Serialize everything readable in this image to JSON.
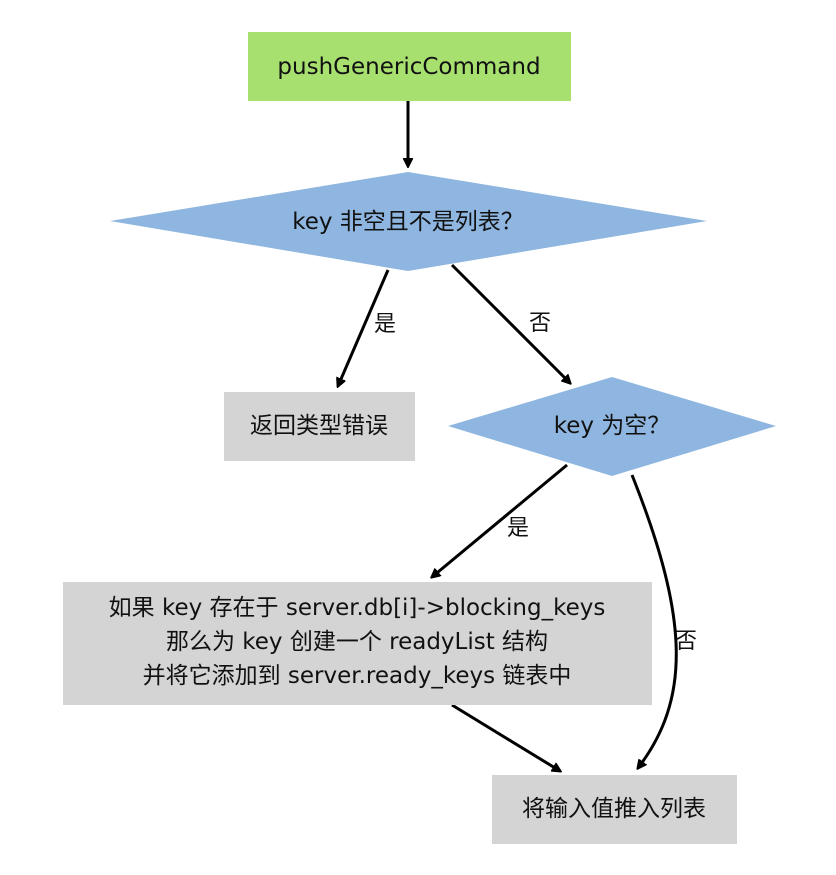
{
  "colors": {
    "start_fill": "#a8e070",
    "decision_fill": "#8fb6e0",
    "process_fill": "#d4d4d4",
    "edge": "#000000"
  },
  "nodes": {
    "start": {
      "label": "pushGenericCommand"
    },
    "decision_key_not_list": {
      "label": "key 非空且不是列表？"
    },
    "return_type_error": {
      "label": "返回类型错误"
    },
    "decision_key_empty": {
      "label": "key 为空？"
    },
    "create_ready_list": {
      "lines": [
        "如果 key 存在于 server.db[i]->blocking_keys",
        "那么为 key 创建一个 readyList 结构",
        "并将它添加到 server.ready_keys 链表中"
      ]
    },
    "push_values": {
      "label": "将输入值推入列表"
    }
  },
  "edges": {
    "not_list_yes": {
      "label": "是"
    },
    "not_list_no": {
      "label": "否"
    },
    "empty_yes": {
      "label": "是"
    },
    "empty_no": {
      "label": "否"
    }
  }
}
